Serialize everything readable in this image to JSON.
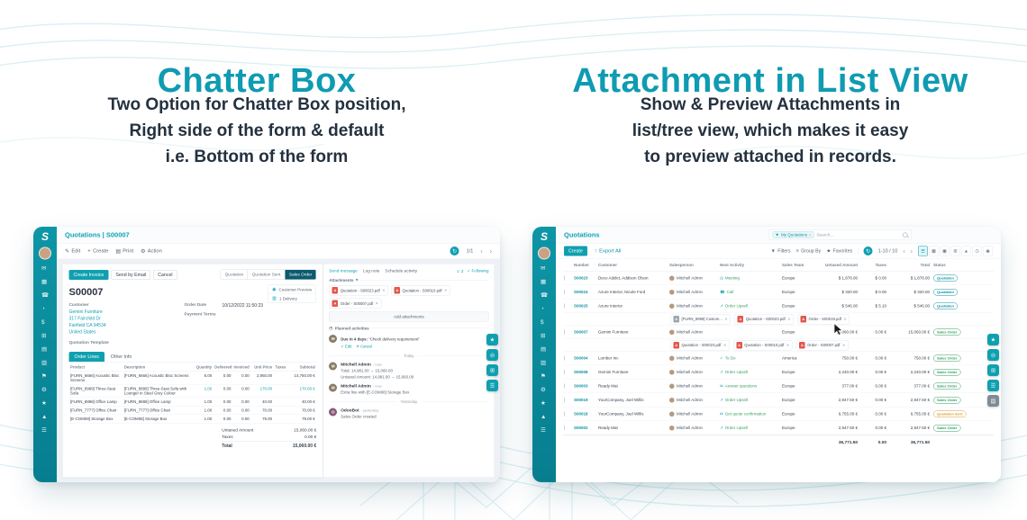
{
  "palette": {
    "teal": "#0f9bb2",
    "teal_dark": "#0a8e9e",
    "navy": "#24313f",
    "pdf_red": "#e2574c"
  },
  "features": {
    "left": {
      "title": "Chatter Box",
      "lines": [
        "Two Option for Chatter Box position,",
        "Right side of the form & default",
        "i.e. Bottom of the form"
      ]
    },
    "right": {
      "title": "Attachment in List View",
      "lines": [
        "Show & Preview Attachments in",
        "list/tree view, which makes it easy",
        "to preview attached in records."
      ]
    }
  },
  "sidebar": {
    "logo": "S",
    "icons": [
      {
        "name": "discuss-icon",
        "glyph": "✉"
      },
      {
        "name": "calendar-icon",
        "glyph": "▦"
      },
      {
        "name": "contacts-icon",
        "glyph": "☎"
      },
      {
        "name": "crm-icon",
        "glyph": "◔"
      },
      {
        "name": "sales-icon",
        "glyph": "$"
      },
      {
        "name": "dashboard-icon",
        "glyph": "⊞"
      },
      {
        "name": "accounting-icon",
        "glyph": "▤"
      },
      {
        "name": "inventory-icon",
        "glyph": "▥"
      },
      {
        "name": "purchase-icon",
        "glyph": "⚑"
      },
      {
        "name": "manufacturing-icon",
        "glyph": "⚙"
      },
      {
        "name": "employees-icon",
        "glyph": "★"
      },
      {
        "name": "reporting-icon",
        "glyph": "▲"
      },
      {
        "name": "settings-icon",
        "glyph": "☰"
      }
    ]
  },
  "form_view": {
    "breadcrumb": "Quotations | S00007",
    "toolbar": {
      "edit": "Edit",
      "create": "Create",
      "print": "Print",
      "action": "Action",
      "pager": "1/1"
    },
    "header_buttons": {
      "create_invoice": "Create Invoice",
      "send_by_email": "Send by Email",
      "cancel": "Cancel"
    },
    "statusbar": [
      "Quotation",
      "Quotation Sent",
      "Sales Order"
    ],
    "statusbar_active": "Sales Order",
    "stat_buttons": [
      {
        "icon_name": "eye-icon",
        "glyph": "◉",
        "label": "Customer Preview"
      },
      {
        "icon_name": "truck-icon",
        "glyph": "▥",
        "label": "1 Delivery"
      }
    ],
    "record_name": "S00007",
    "labels": {
      "customer": "Customer",
      "order_date": "Order Date",
      "payment_terms": "Payment Terms",
      "quotation_template": "Quotation Template"
    },
    "customer_lines": [
      "Gemini Furniture",
      "317 Fairchild Dr",
      "Fairfield CA 94534",
      "United States"
    ],
    "order_date": "10/12/2022 11:50:23",
    "payment_terms": "",
    "tabs": [
      "Order Lines",
      "Other Info"
    ],
    "active_tab": "Order Lines",
    "order_lines": {
      "columns": [
        "Product",
        "Description",
        "Quantity",
        "Delivered",
        "Invoiced",
        "Unit Price",
        "Taxes",
        "Subtotal"
      ],
      "rows": [
        {
          "product": "[FURN_6666] Acoustic Bloc Screens",
          "description": "[FURN_6666] Acoustic Bloc Screens",
          "qty": "5.00",
          "delivered": "0.00",
          "invoiced": "0.00",
          "price": "2,950.00",
          "taxes": "",
          "subtotal": "14,750.00 €",
          "highlight": false
        },
        {
          "product": "[FURN_8999] Three-Seat Sofa",
          "description": "[FURN_8999] Three-Seat Sofa with Lounger in Steel Grey Colour",
          "qty": "1.00",
          "delivered": "0.00",
          "invoiced": "0.00",
          "price": "170.00",
          "taxes": "",
          "subtotal": "170.00 €",
          "highlight": true
        },
        {
          "product": "[FURN_8888] Office Lamp",
          "description": "[FURN_8888] Office Lamp",
          "qty": "1.00",
          "delivered": "0.00",
          "invoiced": "0.00",
          "price": "40.00",
          "taxes": "",
          "subtotal": "40.00 €",
          "highlight": false
        },
        {
          "product": "[FURN_7777] Office Chair",
          "description": "[FURN_7777] Office Chair",
          "qty": "1.00",
          "delivered": "0.00",
          "invoiced": "0.00",
          "price": "70.00",
          "taxes": "",
          "subtotal": "70.00 €",
          "highlight": false
        },
        {
          "product": "[E-COM08] Storage Box",
          "description": "[E-COM08] Storage Box",
          "qty": "1.00",
          "delivered": "0.00",
          "invoiced": "0.00",
          "price": "79.00",
          "taxes": "",
          "subtotal": "79.00 €",
          "highlight": false
        }
      ]
    },
    "totals": {
      "untaxed_label": "Untaxed Amount",
      "untaxed": "15,060.00 €",
      "taxes_label": "Taxes",
      "taxes": "0.00 €",
      "total_label": "Total",
      "total": "15,060.00 €"
    }
  },
  "chatter": {
    "actions": [
      "Send message",
      "Log note",
      "Schedule activity"
    ],
    "followers_count": "2",
    "following_label": "Following",
    "attachments_label": "Attachments",
    "attachments": [
      {
        "label": "Quotation - S00023.pdf",
        "kind": "pdf"
      },
      {
        "label": "Quotation - S00010.pdf",
        "kind": "pdf"
      },
      {
        "label": "Order - S00007.pdf",
        "kind": "pdf"
      }
    ],
    "add_attachments_label": "Add attachments",
    "planned_label": "Planned activities",
    "activity": {
      "due": "Due in 4 days:",
      "summary": "“Check delivery requirement”",
      "edit": "Edit",
      "cancel": "Cancel",
      "avatar": "M",
      "avatar_color": "#8a7a66"
    },
    "groups": [
      {
        "divider": "Today",
        "messages": [
          {
            "author": "Mitchell Admin",
            "time": "- now",
            "avatar": "M",
            "avatar_color": "#8a7a66",
            "lines": [
              "Total: 14,981.00 → 15,060.00",
              "Untaxed Amount: 14,981.00 → 15,060.00"
            ]
          },
          {
            "author": "Mitchell Admin",
            "time": "- now",
            "avatar": "M",
            "avatar_color": "#8a7a66",
            "lines": [
              "Extra line with [E-COM08] Storage Box"
            ]
          }
        ]
      },
      {
        "divider": "Yesterday",
        "messages": [
          {
            "author": "OdooBot",
            "time": "- yesterday",
            "avatar": "O",
            "avatar_color": "#875a7b",
            "lines": [
              "Sales Order created"
            ]
          }
        ]
      }
    ]
  },
  "quick_toolbar": {
    "icons": [
      {
        "name": "star-icon",
        "glyph": "★"
      },
      {
        "name": "search-icon",
        "glyph": "◎"
      },
      {
        "name": "apps-icon",
        "glyph": "⊞"
      },
      {
        "name": "menu-icon",
        "glyph": "☰"
      }
    ],
    "extra_icon": {
      "name": "reports-icon",
      "glyph": "▤"
    }
  },
  "list_view": {
    "breadcrumb": "Quotations",
    "searchbar": {
      "facet": "My Quotations",
      "facet_close": "×",
      "placeholder": "Search..."
    },
    "toolbar": {
      "create": "Create",
      "export": "Export All",
      "filters": "Filters",
      "group_by": "Group By",
      "favorites": "Favorites",
      "pager": "1-10 / 10"
    },
    "view_switcher": [
      {
        "name": "list-view-icon",
        "glyph": "☰",
        "active": true
      },
      {
        "name": "kanban-view-icon",
        "glyph": "▦",
        "active": false
      },
      {
        "name": "calendar-view-icon",
        "glyph": "▣",
        "active": false
      },
      {
        "name": "pivot-view-icon",
        "glyph": "⊞",
        "active": false
      },
      {
        "name": "graph-view-icon",
        "glyph": "▲",
        "active": false
      },
      {
        "name": "activity-view-icon",
        "glyph": "◷",
        "active": false
      },
      {
        "name": "map-view-icon",
        "glyph": "◉",
        "active": false
      }
    ],
    "columns": [
      "",
      "Number",
      "Customer",
      "Salesperson",
      "Next Activity",
      "Sales Team",
      "Untaxed Amount",
      "Taxes",
      "Total",
      "Status"
    ],
    "status_colors": {
      "Quotation": "#0d91a3",
      "Quotation Sent": "#dc9a2f",
      "Sales Order": "#2f9e5f"
    },
    "rows": [
      {
        "number": "S00023",
        "customer": "Deco Addict, Addison Olson",
        "salesperson": "Mitchell Admin",
        "activity": "Meeting",
        "activity_icon": "◷",
        "team": "Europe",
        "untaxed": "$ 1,878.00",
        "taxes": "$ 0.00",
        "total": "$ 1,878.00",
        "status": "Quotation",
        "attachments": []
      },
      {
        "number": "S00024",
        "customer": "Azure Interior, Nicole Ford",
        "salesperson": "Mitchell Admin",
        "activity": "Call",
        "activity_icon": "☎",
        "team": "Europe",
        "untaxed": "$ 320.00",
        "taxes": "$ 0.00",
        "total": "$ 320.00",
        "status": "Quotation",
        "attachments": []
      },
      {
        "number": "S00025",
        "customer": "Azure Interior",
        "salesperson": "Mitchell Admin",
        "activity": "Order Upsell",
        "activity_icon": "↗",
        "team": "Europe",
        "untaxed": "$ 546.00",
        "taxes": "$ 5.10",
        "total": "$ 546.00",
        "status": "Quotation",
        "attachments": [
          {
            "label": "[FURN_8999] Custom...",
            "kind": "file"
          },
          {
            "label": "Quotation - S00023.pdf",
            "kind": "pdf"
          },
          {
            "label": "Order - S00019.pdf",
            "kind": "pdf"
          }
        ]
      },
      {
        "number": "S00007",
        "customer": "Gemini Furniture",
        "salesperson": "Mitchell Admin",
        "activity": "",
        "activity_icon": "",
        "team": "Europe",
        "untaxed": "15,060.00 €",
        "taxes": "0.00 €",
        "total": "15,060.00 €",
        "status": "Sales Order",
        "attachments": [
          {
            "label": "Quotation - S00023.pdf",
            "kind": "pdf"
          },
          {
            "label": "Quotation - S00010.pdf",
            "kind": "pdf"
          },
          {
            "label": "Order - S00007.pdf",
            "kind": "pdf"
          }
        ]
      },
      {
        "number": "S00004",
        "customer": "Lumber Inc",
        "salesperson": "Mitchell Admin",
        "activity": "To Do",
        "activity_icon": "✓",
        "team": "America",
        "untaxed": "750.00 €",
        "taxes": "0.00 €",
        "total": "750.00 €",
        "status": "Sales Order",
        "attachments": []
      },
      {
        "number": "S00008",
        "customer": "Gemini Furniture",
        "salesperson": "Mitchell Admin",
        "activity": "Order Upsell",
        "activity_icon": "↗",
        "team": "Europe",
        "untaxed": "2,240.00 €",
        "taxes": "0.00 €",
        "total": "2,240.00 €",
        "status": "Sales Order",
        "attachments": []
      },
      {
        "number": "S00003",
        "customer": "Ready Mat",
        "salesperson": "Mitchell Admin",
        "activity": "Answer questions",
        "activity_icon": "✉",
        "team": "Europe",
        "untaxed": "377.00 €",
        "taxes": "0.00 €",
        "total": "377.00 €",
        "status": "Sales Order",
        "attachments": []
      },
      {
        "number": "S00019",
        "customer": "YourCompany, Joel Willis",
        "salesperson": "Mitchell Admin",
        "activity": "Order Upsell",
        "activity_icon": "↗",
        "team": "Europe",
        "untaxed": "2,947.50 €",
        "taxes": "0.00 €",
        "total": "2,947.50 €",
        "status": "Sales Order",
        "attachments": []
      },
      {
        "number": "S00018",
        "customer": "YourCompany, Joel Willis",
        "salesperson": "Mitchell Admin",
        "activity": "Get quote confirmation",
        "activity_icon": "✉",
        "team": "Europe",
        "untaxed": "9,755.00 €",
        "taxes": "0.00 €",
        "total": "9,755.00 €",
        "status": "Quotation Sent",
        "attachments": []
      },
      {
        "number": "S00002",
        "customer": "Ready Mat",
        "salesperson": "Mitchell Admin",
        "activity": "Order Upsell",
        "activity_icon": "↗",
        "team": "Europe",
        "untaxed": "2,947.50 €",
        "taxes": "0.00 €",
        "total": "2,947.50 €",
        "status": "Sales Order",
        "attachments": []
      }
    ],
    "footer": {
      "untaxed": "36,771.50",
      "taxes": "0.00",
      "total": "36,771.50"
    }
  }
}
